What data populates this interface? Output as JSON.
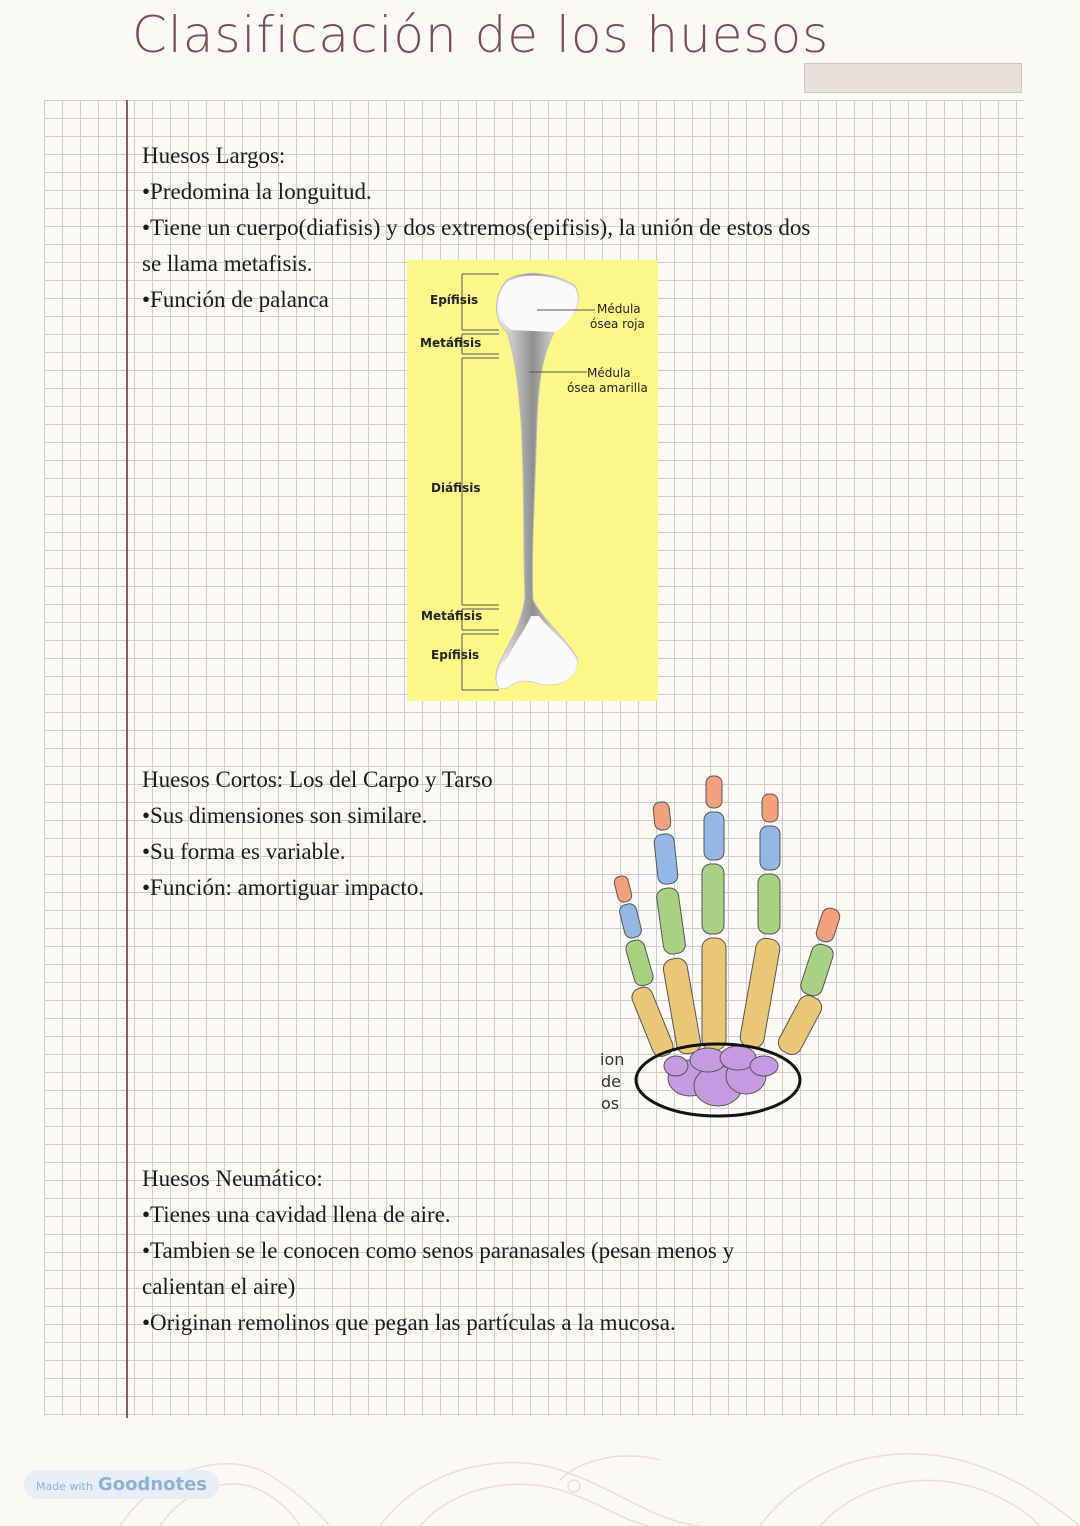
{
  "title": "Clasificación de los huesos",
  "sections": {
    "largos": {
      "heading": "Huesos Largos:",
      "lines": [
        "•Predomina la longuitud.",
        "•Tiene un cuerpo(diafisis) y dos extremos(epifisis), la unión de estos dos",
        "se llama metafisis.",
        "•Función de palanca"
      ]
    },
    "cortos": {
      "heading": "Huesos Cortos: Los del Carpo y Tarso",
      "lines": [
        "•Sus dimensiones son similare.",
        "•Su forma es variable.",
        "•Función: amortiguar impacto."
      ]
    },
    "neumaticos": {
      "heading": "Huesos Neumático:",
      "lines": [
        "•Tienes una cavidad llena de aire.",
        "•Tambien se le conocen como senos paranasales (pesan menos y",
        "calientan el aire)",
        "•Originan remolinos que pegan las partículas a la mucosa."
      ]
    }
  },
  "bone_figure": {
    "labels": {
      "epifisis_top": "Epífisis",
      "metafisis_top": "Metáfisis",
      "diafisis": "Diáfisis",
      "metafisis_bottom": "Metáfisis",
      "epifisis_bottom": "Epífisis",
      "medula_roja_1": "Médula",
      "medula_roja_2": "ósea roja",
      "medula_amarilla_1": "Médula",
      "medula_amarilla_2": "ósea amarilla"
    },
    "background": "#fbf889"
  },
  "hand_figure": {
    "labels": [
      "ion",
      "de",
      "os"
    ],
    "colors": {
      "distal": "#f3a07c",
      "middle": "#94b8e3",
      "proximal": "#a9d083",
      "metacarpal": "#e8c777",
      "carpal": "#c59be0"
    }
  },
  "badge": {
    "small": "Made with",
    "brand": "Goodnotes"
  }
}
